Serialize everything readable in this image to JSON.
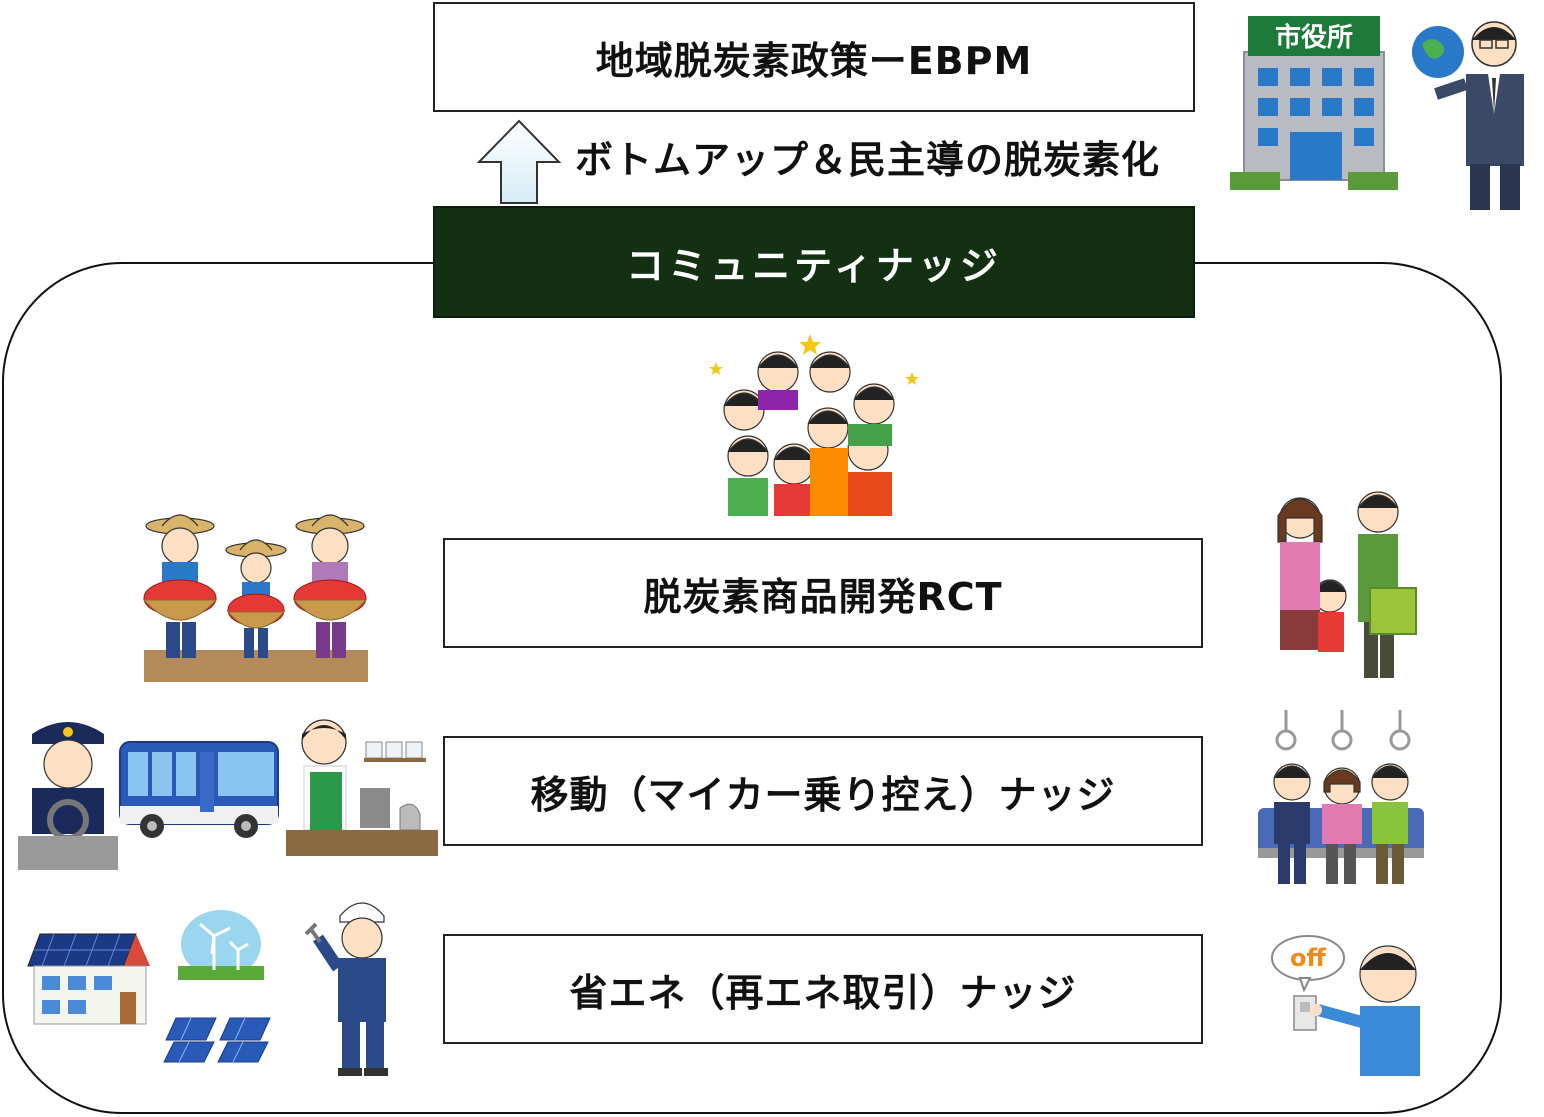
{
  "top_box": {
    "label": "地域脱炭素政策ーEBPM"
  },
  "arrow": {
    "label": "ボトムアップ＆民主導の脱炭素化"
  },
  "community_box": {
    "label": "コミュニティナッジ"
  },
  "boxes": [
    {
      "label": "脱炭素商品開発RCT"
    },
    {
      "label": "移動（マイカー乗り控え）ナッジ"
    },
    {
      "label": "省エネ（再エネ取引）ナッジ"
    }
  ],
  "illustrations": {
    "city_hall_sign": "市役所",
    "switch_bubble": "off"
  },
  "colors": {
    "community_box_bg": "#133013",
    "arrow_fill": "#e8f4fa",
    "city_hall_sign": "#1e7a3a"
  }
}
